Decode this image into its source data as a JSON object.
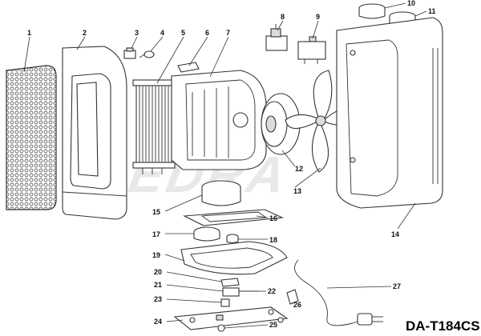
{
  "watermark": "DEDRA",
  "model_label": "DA-T184CS",
  "callouts": [
    "1",
    "2",
    "3",
    "4",
    "5",
    "6",
    "7",
    "8",
    "9",
    "10",
    "11",
    "12",
    "13",
    "14",
    "15",
    "16",
    "17",
    "18",
    "19",
    "20",
    "21",
    "22",
    "23",
    "24",
    "25",
    "26",
    "27"
  ]
}
